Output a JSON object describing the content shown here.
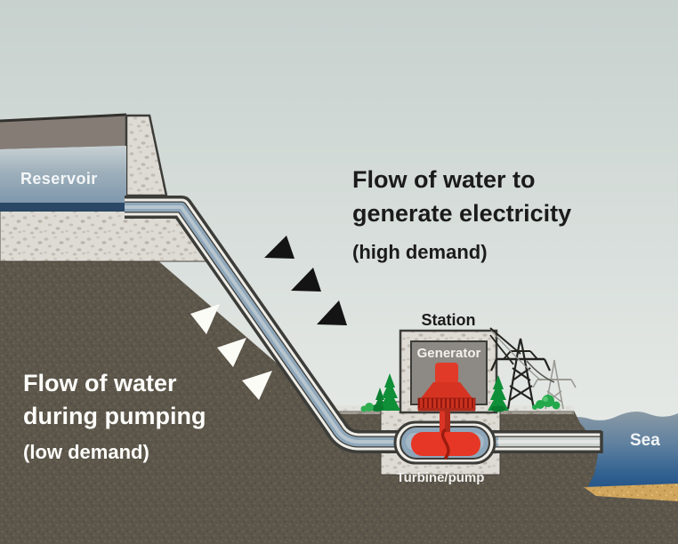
{
  "labels": {
    "reservoir": "Reservoir",
    "sea": "Sea",
    "station": "Station",
    "generator": "Generator",
    "turbine_pump": "Turbine/pump"
  },
  "flow_generate": {
    "line1": "Flow of water to",
    "line2": "generate electricity",
    "subtitle": "(high demand)"
  },
  "flow_pumping": {
    "line1": "Flow of water",
    "line2": "during pumping",
    "subtitle": "(low demand)"
  },
  "colors": {
    "sky_top": "#c7d1ce",
    "sky_bottom": "#e9ece9",
    "earth": "#5c564b",
    "concrete": "#dedbd5",
    "pipe_water_blue": "#8ea6b9",
    "reservoir_water": "#7e97ac",
    "sea_deep": "#2d5f8f",
    "sand": "#d0a55c",
    "machinery_red": "#e23a28",
    "tree_green": "#0f8f38",
    "arrow_generate_black": "#141414",
    "arrow_pumping_white": "#fcfcf7"
  }
}
